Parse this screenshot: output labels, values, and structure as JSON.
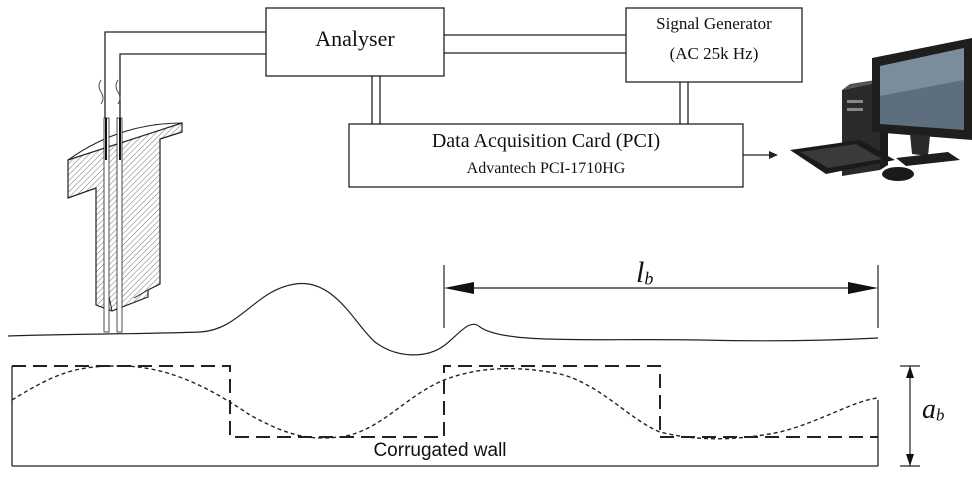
{
  "boxes": {
    "analyser": "Analyser",
    "signal_generator_line1": "Signal Generator",
    "signal_generator_line2": "(AC 25k Hz)",
    "daq_line1": "Data Acquisition Card (PCI)",
    "daq_line2": "Advantech PCI-1710HG"
  },
  "symbols": {
    "lb_base": "l",
    "lb_sub": "b",
    "ab_base": "a",
    "ab_sub": "b"
  },
  "wall_label": "Corrugated wall",
  "icons": {
    "computer": "desktop-computer-icon",
    "probe": "electrode-probe-icon"
  }
}
